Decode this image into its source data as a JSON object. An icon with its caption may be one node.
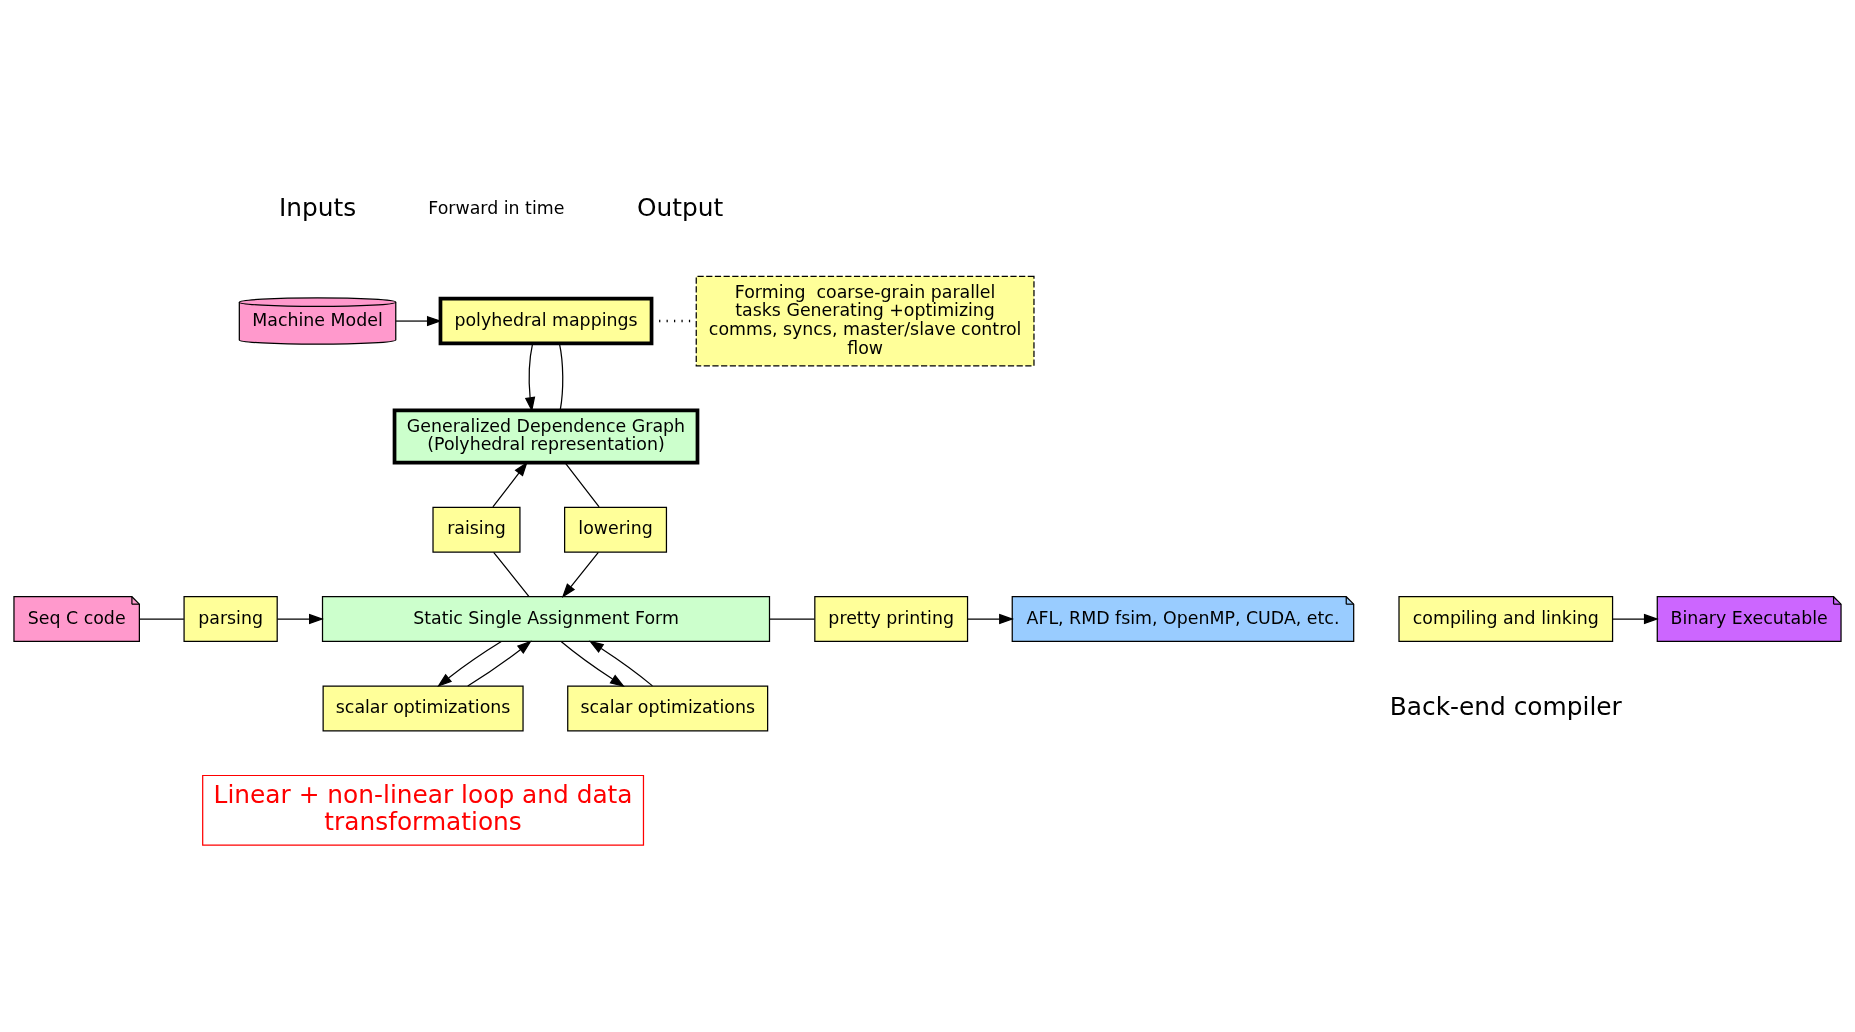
{
  "diagram": {
    "nodes": [
      {
        "text": [
          "Machine Model"
        ]
      },
      {
        "text": [
          "polyhedral mappings"
        ]
      },
      {
        "text": [
          "Forming  coarse-grain parallel  tasks Generating +optimizing comms, syncs, master/slave control flow"
        ]
      },
      {
        "text": [
          "Generalized Dependence Graph (Polyhedral representation)"
        ]
      },
      {
        "text": [
          "raising"
        ]
      },
      {
        "text": [
          "lowering"
        ]
      },
      {
        "text": [
          "Seq C code"
        ]
      },
      {
        "text": [
          "parsing"
        ]
      },
      {
        "text": [
          "Static Single Assignment Form"
        ]
      },
      {
        "text": [
          "scalar optimizations"
        ]
      },
      {
        "text": [
          "scalar optimizations"
        ]
      },
      {
        "text": [
          "pretty printing"
        ]
      },
      {
        "text": [
          "AFL, RMD fsim, OpenMP, CUDA, etc."
        ]
      },
      {
        "text": [
          "compiling and linking"
        ]
      },
      {
        "text": [
          "Binary Executable"
        ]
      },
      {
        "text": [
          "Linear + non-linear loop and data transformations"
        ]
      }
    ],
    "edges": [
      {
        "from": 0,
        "to": 1,
        "arrow": "to"
      },
      {
        "from": 1,
        "to": 2,
        "arrow": "none",
        "style": "dashed"
      },
      {
        "from": 3,
        "to": 1,
        "arrow": "none"
      },
      {
        "from": 1,
        "to": 3,
        "arrow": "to"
      },
      {
        "from": 8,
        "to": 4,
        "arrow": "none"
      },
      {
        "from": 4,
        "to": 3,
        "arrow": "to"
      },
      {
        "from": 3,
        "to": 5,
        "arrow": "none"
      },
      {
        "from": 5,
        "to": 8,
        "arrow": "to"
      },
      {
        "from": 6,
        "to": 7,
        "arrow": "none"
      },
      {
        "from": 7,
        "to": 8,
        "arrow": "to"
      },
      {
        "from": 8,
        "to": 9,
        "arrow": "to"
      },
      {
        "from": 9,
        "to": 8,
        "arrow": "to"
      },
      {
        "from": 8,
        "to": 10,
        "arrow": "to"
      },
      {
        "from": 10,
        "to": 8,
        "arrow": "to"
      },
      {
        "from": 8,
        "to": 11,
        "arrow": "none"
      },
      {
        "from": 11,
        "to": 12,
        "arrow": "to"
      },
      {
        "from": 13,
        "to": 14,
        "arrow": "to"
      }
    ],
    "labels": [
      "Inputs",
      "Forward in time",
      "Output",
      "Back-end compiler"
    ]
  }
}
